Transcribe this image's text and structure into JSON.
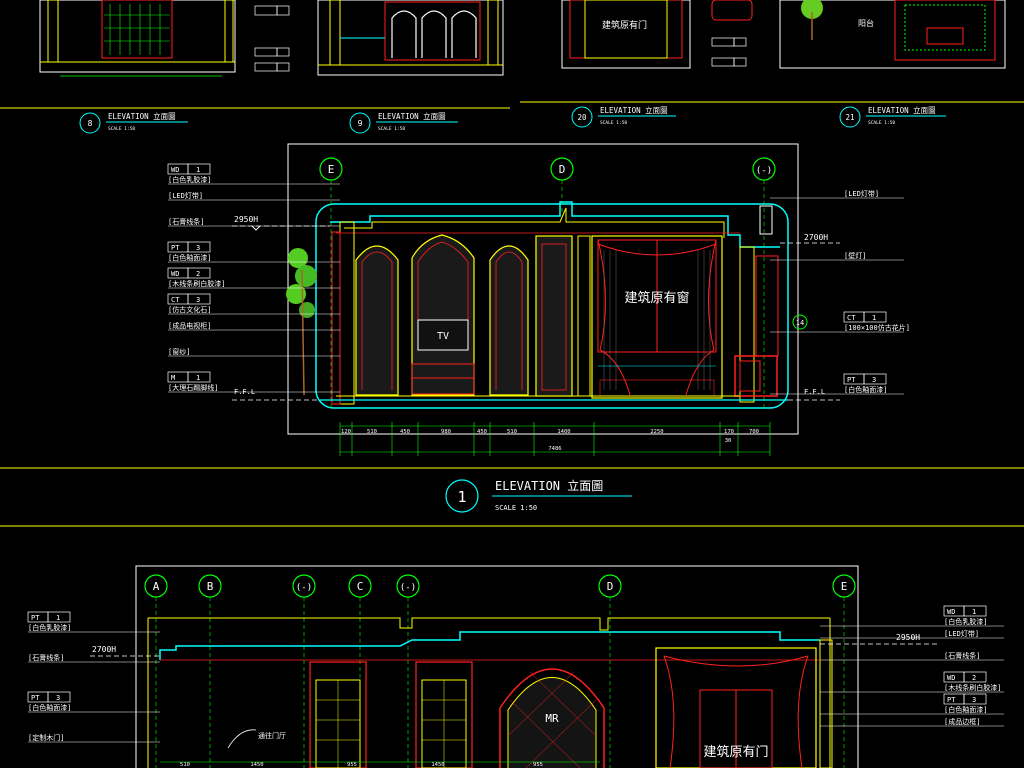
{
  "colors": {
    "background": "#000000",
    "wall_yellow": "#ffff00",
    "line_red": "#ff2020",
    "line_cyan": "#00ffff",
    "line_green": "#00ff00",
    "line_white": "#ffffff",
    "leader_green": "#00ff00"
  },
  "top_elevations": [
    {
      "num": "8",
      "title": "ELEVATION 立面圖",
      "scale": "SCALE  1:50"
    },
    {
      "num": "9",
      "title": "ELEVATION 立面圖",
      "scale": "SCALE  1:50"
    },
    {
      "num": "20",
      "title": "ELEVATION 立面圖",
      "scale": "SCALE  1:50"
    },
    {
      "num": "21",
      "title": "ELEVATION 立面圖",
      "scale": "SCALE  1:50"
    }
  ],
  "top_notes": {
    "door_text": "建筑原有门",
    "balcony_text": "阳台"
  },
  "main": {
    "grid_labels": [
      "E",
      "D",
      "(-)"
    ],
    "level_left": "2950H",
    "level_right": "2700H",
    "ffl_left": "F.F.L",
    "ffl_right": "F.F.L",
    "tv_label": "TV",
    "window_label": "建筑原有窗",
    "vert_mark": "14",
    "callouts_left": [
      {
        "code": "WD",
        "num": "1",
        "desc": "[白色乳胶漆]"
      },
      {
        "code": "",
        "num": "",
        "desc": "[LED灯带]"
      },
      {
        "code": "",
        "num": "",
        "desc": "[石膏线条]"
      },
      {
        "code": "PT",
        "num": "3",
        "desc": "[白色釉面漆]"
      },
      {
        "code": "WD",
        "num": "2",
        "desc": "[木线条刷白胶漆]"
      },
      {
        "code": "CT",
        "num": "3",
        "desc": "[仿古文化石]"
      },
      {
        "code": "",
        "num": "",
        "desc": "[成品电视柜]"
      },
      {
        "code": "",
        "num": "",
        "desc": "[窗纱]"
      },
      {
        "code": "M",
        "num": "1",
        "desc": "[大理石踢脚线]"
      }
    ],
    "callouts_right": [
      {
        "code": "",
        "num": "",
        "desc": "[LED灯带]"
      },
      {
        "code": "",
        "num": "",
        "desc": "[壁灯]"
      },
      {
        "code": "CT",
        "num": "1",
        "desc": "[100×100仿古花片]"
      },
      {
        "code": "PT",
        "num": "3",
        "desc": "[白色釉面漆]"
      }
    ],
    "dims_top": [
      "120",
      "510",
      "450",
      "980",
      "450",
      "510",
      "1400",
      "2250",
      "170",
      "700"
    ],
    "dim_total": "7486",
    "dim_sub": "30",
    "title": "ELEVATION 立面圖",
    "number": "1",
    "scale": "SCALE  1:50"
  },
  "bottom": {
    "grid_labels": [
      "A",
      "B",
      "(-)",
      "C",
      "(-)",
      "D",
      "E"
    ],
    "level_left": "2700H",
    "level_right": "2950H",
    "mirror_label": "MR",
    "door_label": "建筑原有门",
    "door_note": "通往门厅",
    "callouts_left": [
      {
        "code": "PT",
        "num": "1",
        "desc": "[白色乳胶漆]"
      },
      {
        "code": "",
        "num": "",
        "desc": "[石膏线条]"
      },
      {
        "code": "PT",
        "num": "3",
        "desc": "[白色釉面漆]"
      },
      {
        "code": "",
        "num": "",
        "desc": "[定制木门]"
      }
    ],
    "callouts_right": [
      {
        "code": "WD",
        "num": "1",
        "desc": "[白色乳胶漆]"
      },
      {
        "code": "",
        "num": "",
        "desc": "[LED灯带]"
      },
      {
        "code": "",
        "num": "",
        "desc": "[石膏线条]"
      },
      {
        "code": "WD",
        "num": "2",
        "desc": "[木线条刷白胶漆]"
      },
      {
        "code": "PT",
        "num": "3",
        "desc": "[白色釉面漆]"
      },
      {
        "code": "",
        "num": "",
        "desc": "[成品边框]"
      }
    ],
    "dims_bottom": [
      "510",
      "1450",
      "955",
      "1450",
      "955"
    ]
  }
}
